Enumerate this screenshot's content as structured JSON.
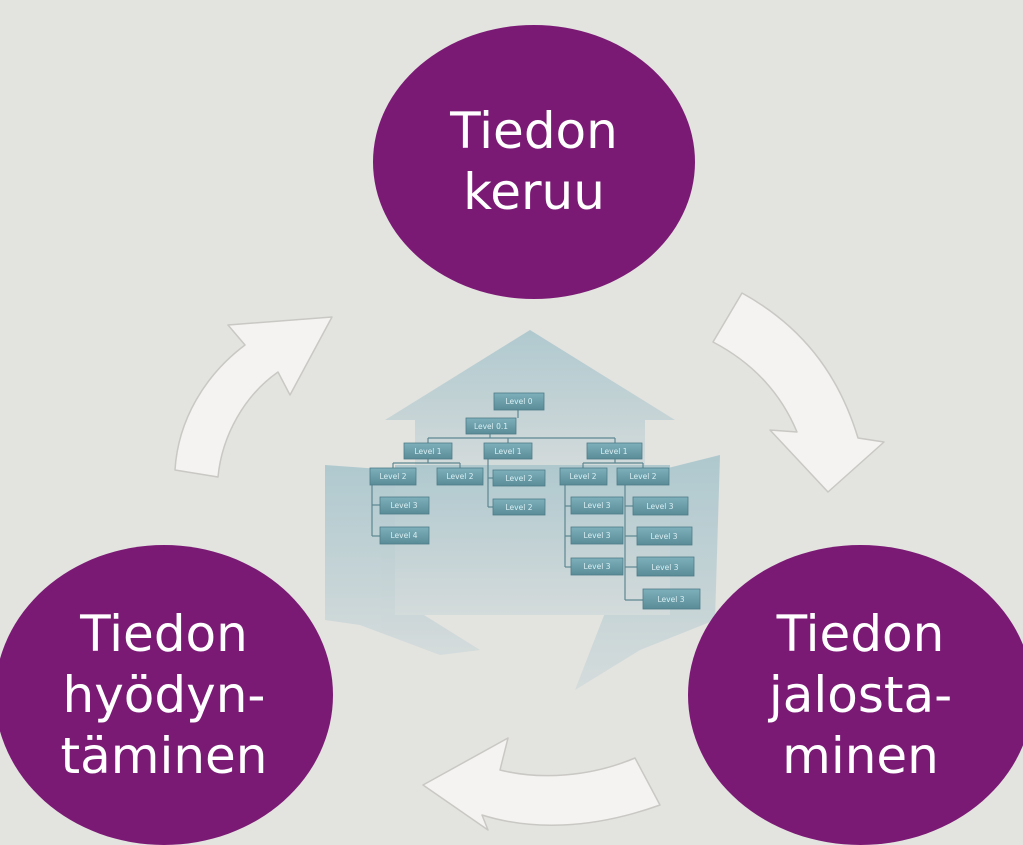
{
  "cycle": {
    "top": {
      "line1": "Tiedon",
      "line2": "keruu"
    },
    "left": {
      "line1": "Tiedon",
      "line2": "hyödyn-",
      "line3": "täminen"
    },
    "right": {
      "line1": "Tiedon",
      "line2": "jalosta-",
      "line3": "minen"
    }
  },
  "hierarchy": {
    "level0": "Level 0",
    "level01": "Level 0.1",
    "level1": "Level 1",
    "level2": "Level 2",
    "level3": "Level 3",
    "level4": "Level 4"
  },
  "colors": {
    "node_fill": "#7b1a75",
    "background": "#e3e3df",
    "arrow_fill": "#f4f3f1",
    "box_fill": "#6a9da9"
  }
}
